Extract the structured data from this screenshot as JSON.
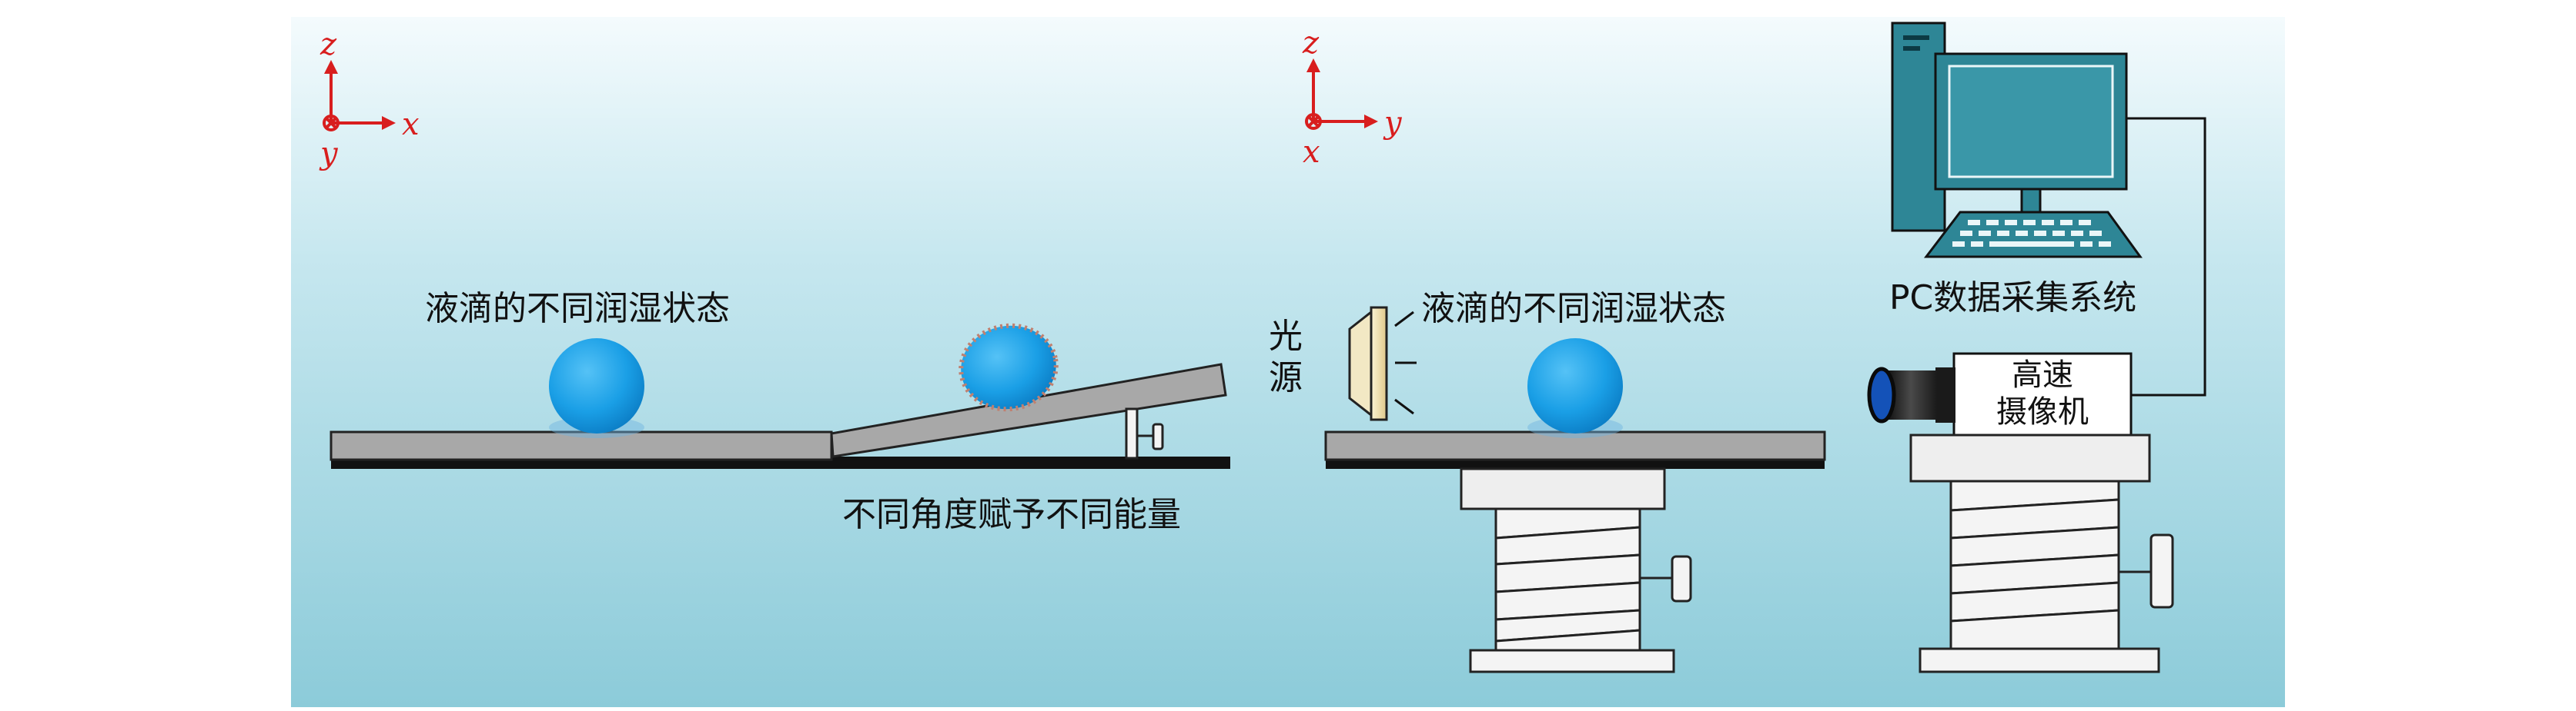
{
  "labels": {
    "wetting_left": "液滴的不同润湿状态",
    "angle_energy": "不同角度赋予不同能量",
    "light_line1": "光",
    "light_line2": "源",
    "wetting_right": "液滴的不同润湿状态",
    "pc_system": "PC数据采集系统",
    "camera_line1": "高速",
    "camera_line2": "摄像机"
  },
  "axes_left": {
    "up": "z",
    "right": "x",
    "down": "y"
  },
  "axes_right": {
    "up": "z",
    "right": "y",
    "down": "x"
  },
  "colors": {
    "background_top": "#f4fbfd",
    "background_bottom": "#8ccbd9",
    "plate": "#a8a8a8",
    "droplet": "#1a9fe6",
    "monitor": "#2e8696",
    "axis": "#d81e1e",
    "lamp": "#f0e2b0"
  }
}
